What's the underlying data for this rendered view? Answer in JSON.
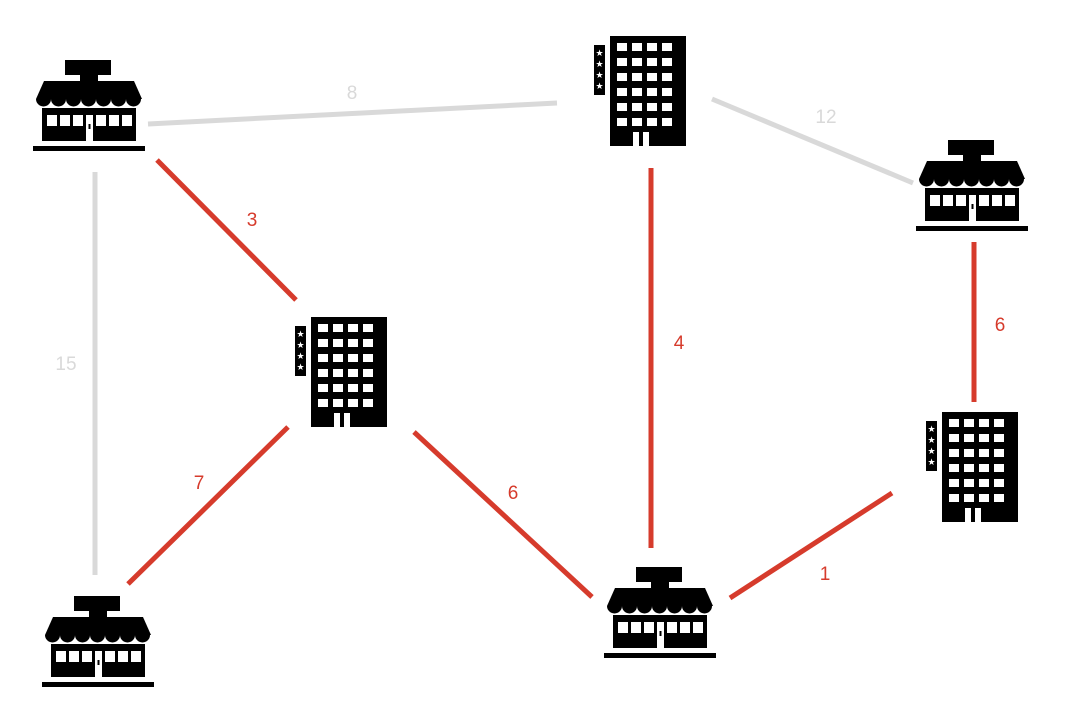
{
  "colors": {
    "selected_edge": "#d63b2c",
    "unselected_edge": "#d9d9d9",
    "icon": "#000000",
    "background": "#ffffff"
  },
  "nodes": [
    {
      "id": "store-top-left",
      "icon": "store-icon"
    },
    {
      "id": "hotel-top-center",
      "icon": "hotel-icon"
    },
    {
      "id": "store-right",
      "icon": "store-icon"
    },
    {
      "id": "hotel-middle",
      "icon": "hotel-icon"
    },
    {
      "id": "hotel-right",
      "icon": "hotel-icon"
    },
    {
      "id": "store-bottom-left",
      "icon": "store-icon"
    },
    {
      "id": "store-bottom-center",
      "icon": "store-icon"
    }
  ],
  "edges": [
    {
      "id": "e1",
      "from": "store-top-left",
      "to": "hotel-top-center",
      "weight": "8",
      "selected": false
    },
    {
      "id": "e2",
      "from": "hotel-top-center",
      "to": "store-right",
      "weight": "12",
      "selected": false
    },
    {
      "id": "e3",
      "from": "store-top-left",
      "to": "hotel-middle",
      "weight": "3",
      "selected": true
    },
    {
      "id": "e4",
      "from": "store-top-left",
      "to": "store-bottom-left",
      "weight": "15",
      "selected": false
    },
    {
      "id": "e5",
      "from": "hotel-top-center",
      "to": "store-bottom-center",
      "weight": "4",
      "selected": true
    },
    {
      "id": "e6",
      "from": "store-right",
      "to": "hotel-right",
      "weight": "6",
      "selected": true
    },
    {
      "id": "e7",
      "from": "hotel-middle",
      "to": "store-bottom-left",
      "weight": "7",
      "selected": true
    },
    {
      "id": "e8",
      "from": "hotel-middle",
      "to": "store-bottom-center",
      "weight": "6",
      "selected": true
    },
    {
      "id": "e9",
      "from": "store-bottom-center",
      "to": "hotel-right",
      "weight": "1",
      "selected": true
    }
  ]
}
